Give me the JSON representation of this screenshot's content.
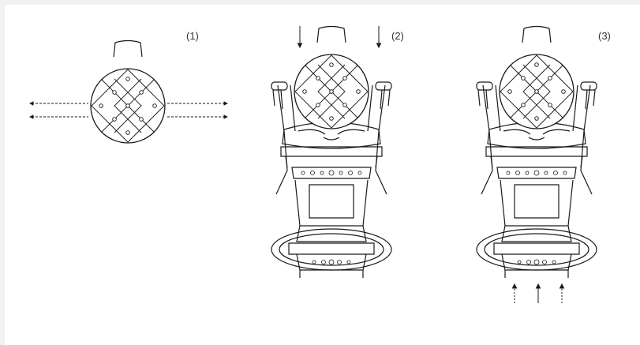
{
  "steps": [
    {
      "label": "(1)"
    },
    {
      "label": "(2)"
    },
    {
      "label": "(3)"
    }
  ],
  "colors": {
    "line": "#1a1a1a",
    "background": "#ffffff",
    "frame": "#f1f1f1"
  }
}
